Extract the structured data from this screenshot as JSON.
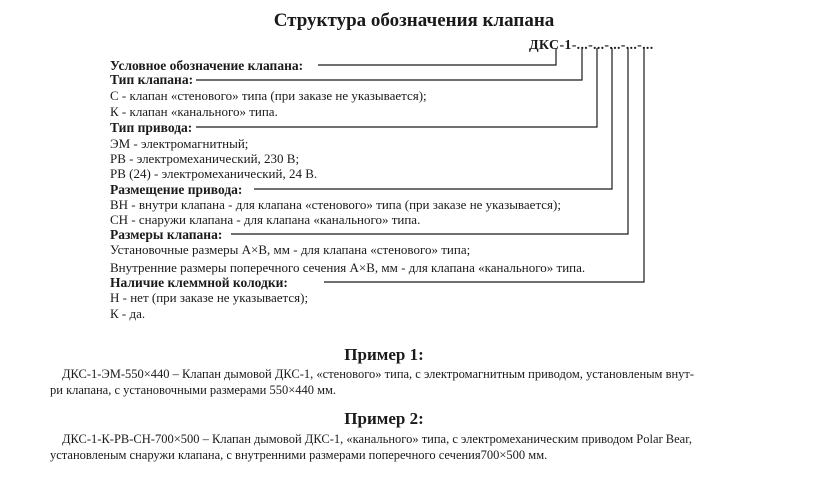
{
  "title": "Структура обозначения клапана",
  "code_template": "ДКС-1-...-...-...-...-...",
  "sections": [
    {
      "heading": "Условное обозначение клапана:",
      "lines": []
    },
    {
      "heading": "Тип клапана:",
      "lines": [
        "С - клапан «стенового» типа (при заказе не указывается);",
        "К - клапан «канального» типа."
      ]
    },
    {
      "heading": "Тип привода:",
      "lines": [
        "ЭМ - электромагнитный;",
        "РВ - электромеханический, 230 В;",
        "РВ (24) - электромеханический, 24 В."
      ]
    },
    {
      "heading": "Размещение привода:",
      "lines": [
        "ВН - внутри клапана - для клапана «стенового» типа (при заказе не указывается);",
        "СН - снаружи клапана - для клапана «канального» типа."
      ]
    },
    {
      "heading": "Размеры клапана:",
      "lines": [
        "Установочные размеры А×В, мм - для клапана «стенового» типа;",
        "Внутренние размеры поперечного сечения А×В, мм - для клапана «канального» типа."
      ]
    },
    {
      "heading": "Наличие клеммной колодки:",
      "lines": [
        "Н - нет (при заказе не указывается);",
        "К - да."
      ]
    }
  ],
  "examples": [
    {
      "title": "Пример 1:",
      "line1": "ДКС-1-ЭМ-550×440 – Клапан дымовой ДКС-1, «стенового» типа, с электромагнитным приводом, установленым внут-",
      "line2": "ри клапана, с установочными размерами 550×440 мм."
    },
    {
      "title": "Пример 2:",
      "line1": "ДКС-1-К-РВ-СН-700×500 – Клапан дымовой ДКС-1, «канального» типа, с электромеханическим приводом Polar Bear,",
      "line2": "установленым снаружи клапана, с внутренними размерами поперечного сечения700×500 мм."
    }
  ]
}
